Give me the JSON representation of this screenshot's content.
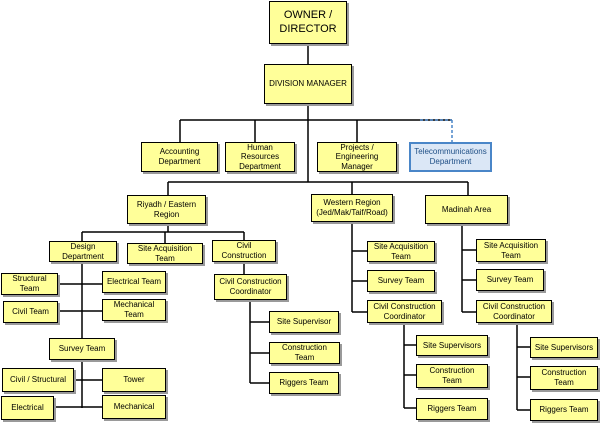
{
  "colors": {
    "box_fill": "#ffff99",
    "box_border": "#000000",
    "connector": "#000000",
    "highlight_fill": "#dbe7f6",
    "highlight_border": "#4a86c8"
  },
  "org": {
    "owner": "OWNER /\nDIRECTOR",
    "division_manager": "DIVISION MANAGER",
    "accounting": "Accounting\nDepartment",
    "human_resources": "Human Resources\nDepartment",
    "projects_engineering": "Projects / Engineering\nManager",
    "telecommunications": "Telecommunications\nDepartment",
    "riyadh": "Riyadh / Eastern\nRegion",
    "western": "Western Region\n(Jed/Mak/Taif/Road)",
    "madinah": "Madinah Area",
    "riyadh_units": {
      "design_department": "Design Department",
      "site_acquisition": "Site Acquisition\nTeam",
      "civil_construction": "Civil Construction",
      "structural_team": "Structural Team",
      "electrical_team": "Electrical Team",
      "civil_team": "Civil Team",
      "mechanical_team": "Mechanical Team",
      "survey_team": "Survey Team",
      "civil_structural": "Civil / Structural",
      "tower": "Tower",
      "electrical": "Electrical",
      "mechanical": "Mechanical",
      "ccc": "Civil Construction\nCoordinator",
      "site_supervisor": "Site Supervisor",
      "construction_team": "Construction Team",
      "riggers_team": "Riggers Team"
    },
    "western_units": {
      "site_acquisition": "Site Acquisition\nTeam",
      "survey_team": "Survey Team",
      "ccc": "Civil Construction\nCoordinator",
      "site_supervisors": "Site Supervisors",
      "construction_team": "Construction\nTeam",
      "riggers_team": "Riggers Team"
    },
    "madinah_units": {
      "site_acquisition": "Site Acquisition\nTeam",
      "survey_team": "Survey Team",
      "ccc": "Civil Construction\nCoordinator",
      "site_supervisors": "Site Supervisors",
      "construction_team": "Construction\nTeam",
      "riggers_team": "Riggers Team"
    }
  }
}
